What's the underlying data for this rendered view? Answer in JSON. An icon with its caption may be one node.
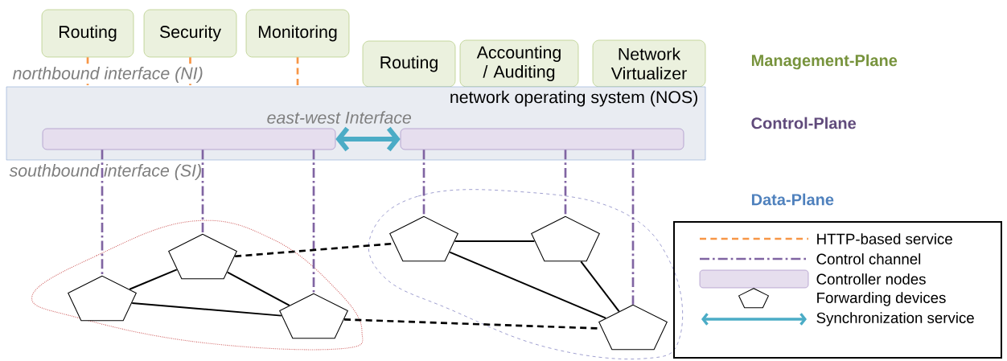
{
  "diagram": {
    "nodes": [
      {
        "text": [
          "Routing"
        ]
      },
      {
        "text": [
          "Security"
        ]
      },
      {
        "text": [
          "Monitoring"
        ]
      },
      {
        "text": [
          "Routing"
        ]
      },
      {
        "text": [
          "Accounting / Auditing"
        ]
      },
      {
        "text": [
          "Network Virtualizer"
        ]
      },
      {
        "text": [
          "network operating system (NOS)"
        ]
      },
      {
        "text": [],
        "shape": "box",
        "in": 6
      },
      {
        "text": [],
        "shape": "box",
        "in": 6
      },
      {
        "text": [],
        "shape": "pentagon"
      },
      {
        "text": [],
        "shape": "pentagon"
      },
      {
        "text": [],
        "shape": "pentagon"
      },
      {
        "text": [],
        "shape": "pentagon"
      },
      {
        "text": [],
        "shape": "pentagon"
      },
      {
        "text": [],
        "shape": "pentagon"
      }
    ],
    "edges": [
      {
        "from": 0,
        "to": 6,
        "arrow": "none",
        "style": "dashed",
        "color": "#f79646"
      },
      {
        "from": 1,
        "to": 6,
        "arrow": "none",
        "style": "dashed",
        "color": "#f79646"
      },
      {
        "from": 2,
        "to": 6,
        "arrow": "none",
        "style": "dashed",
        "color": "#f79646"
      },
      {
        "from": 7,
        "to": 8,
        "arrow": "both",
        "style": "thick",
        "color": "#4bacc6"
      },
      {
        "from": 7,
        "to": 10,
        "arrow": "none",
        "style": "dashed",
        "color": "#8064a2"
      },
      {
        "from": 7,
        "to": 9,
        "arrow": "none",
        "style": "dashed",
        "color": "#8064a2"
      },
      {
        "from": 7,
        "to": 11,
        "arrow": "none",
        "style": "dashed",
        "color": "#8064a2"
      },
      {
        "from": 8,
        "to": 12,
        "arrow": "none",
        "style": "dashed",
        "color": "#8064a2"
      },
      {
        "from": 8,
        "to": 13,
        "arrow": "none",
        "style": "dashed",
        "color": "#8064a2"
      },
      {
        "from": 8,
        "to": 14,
        "arrow": "none",
        "style": "dashed",
        "color": "#8064a2"
      },
      {
        "from": 10,
        "to": 9,
        "arrow": "none"
      },
      {
        "from": 9,
        "to": 11,
        "arrow": "none"
      },
      {
        "from": 10,
        "to": 11,
        "arrow": "none"
      },
      {
        "from": 12,
        "to": 13,
        "arrow": "none"
      },
      {
        "from": 12,
        "to": 14,
        "arrow": "none"
      },
      {
        "from": 13,
        "to": 14,
        "arrow": "none"
      },
      {
        "from": 9,
        "to": 12,
        "arrow": "none",
        "style": "dashed"
      },
      {
        "from": 11,
        "to": 14,
        "arrow": "none",
        "style": "dashed"
      }
    ],
    "labels": [
      "Management-Plane",
      "northbound interface (NI)",
      "east-west Interface",
      "Control-Plane",
      "southbound interface (SI)",
      "Data-Plane"
    ],
    "legend": [
      {
        "text": "HTTP-based service"
      },
      {
        "text": "Control channel"
      },
      {
        "text": "Controller nodes",
        "color": "#e6deee"
      },
      {
        "text": "Forwarding devices"
      },
      {
        "text": "Synchronization service"
      }
    ]
  }
}
